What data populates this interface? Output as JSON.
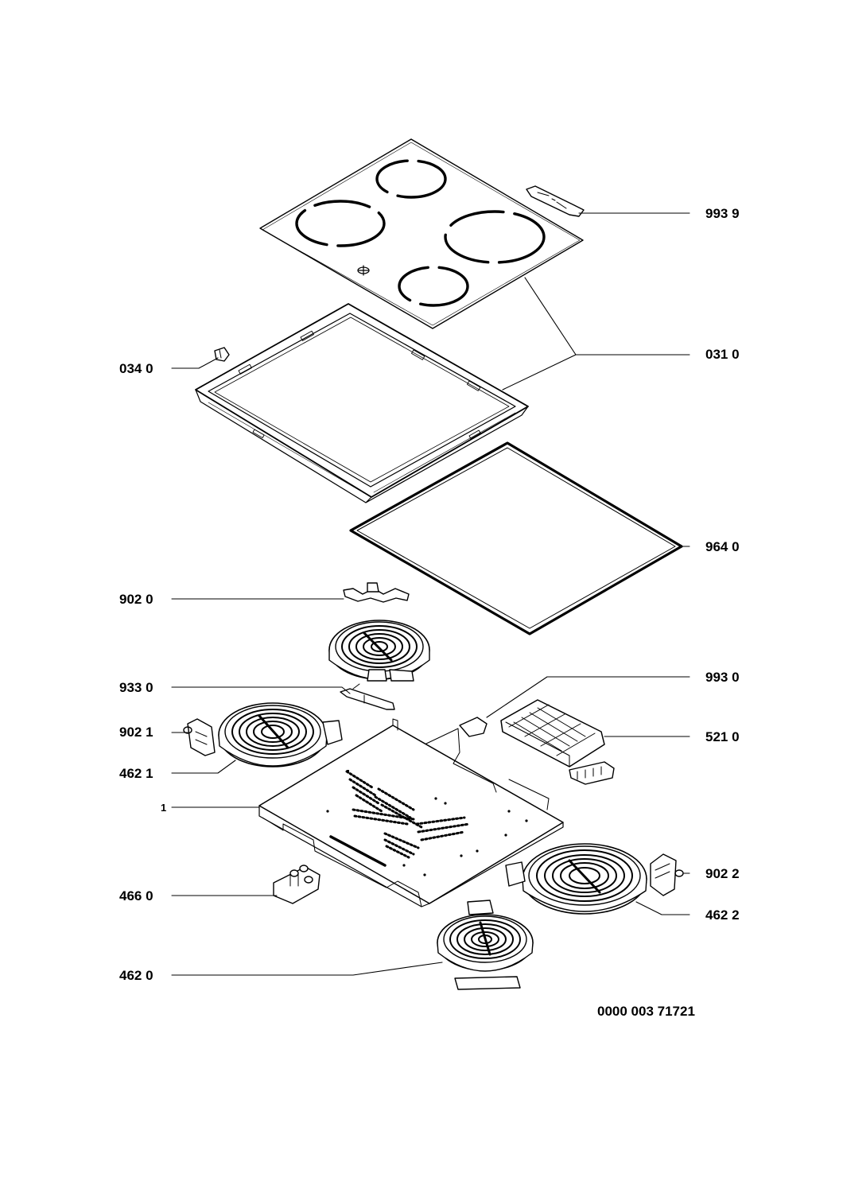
{
  "labels": {
    "p9939": "993 9",
    "p0310": "031 0",
    "p0340": "034 0",
    "p9640": "964 0",
    "p9020": "902 0",
    "p9330": "933 0",
    "p9930": "993 0",
    "p9021": "902 1",
    "p5210": "521 0",
    "p4621": "462 1",
    "p1": "1",
    "p9022": "902 2",
    "p4660": "466 0",
    "p4622": "462 2",
    "p4620": "462 0"
  },
  "drawing_code": "0000 003 71721"
}
